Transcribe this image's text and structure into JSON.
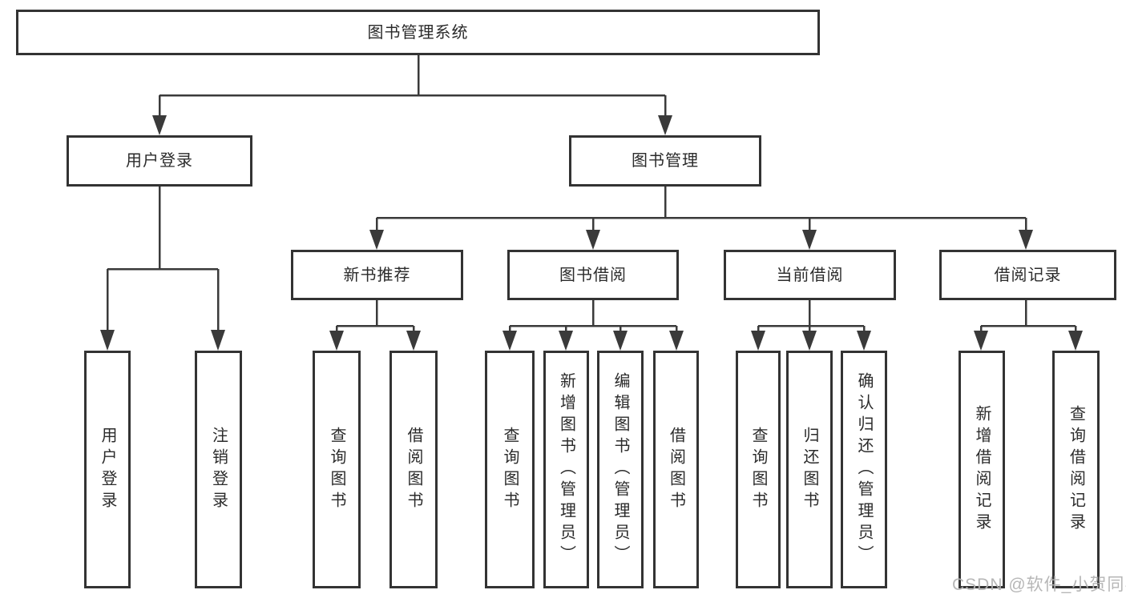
{
  "tree": {
    "label": "图书管理系统",
    "children": [
      {
        "label": "用户登录",
        "children": [
          {
            "label": "用户登录"
          },
          {
            "label": "注销登录"
          }
        ]
      },
      {
        "label": "图书管理",
        "children": [
          {
            "label": "新书推荐",
            "children": [
              {
                "label": "查询图书"
              },
              {
                "label": "借阅图书"
              }
            ]
          },
          {
            "label": "图书借阅",
            "children": [
              {
                "label": "查询图书"
              },
              {
                "label": "新增图书（管理员）"
              },
              {
                "label": "编辑图书（管理员）"
              },
              {
                "label": "借阅图书"
              }
            ]
          },
          {
            "label": "当前借阅",
            "children": [
              {
                "label": "查询图书"
              },
              {
                "label": "归还图书"
              },
              {
                "label": "确认归还（管理员）"
              }
            ]
          },
          {
            "label": "借阅记录",
            "children": [
              {
                "label": "新增借阅记录"
              },
              {
                "label": "查询借阅记录"
              }
            ]
          }
        ]
      }
    ]
  },
  "watermark": {
    "text": "CSDN @软件_小贺同学"
  },
  "colors": {
    "line": "#3a3a3a",
    "box_border": "#333333",
    "text": "#2b2b2b",
    "background": "#ffffff",
    "watermark": "#b3b3b3"
  }
}
